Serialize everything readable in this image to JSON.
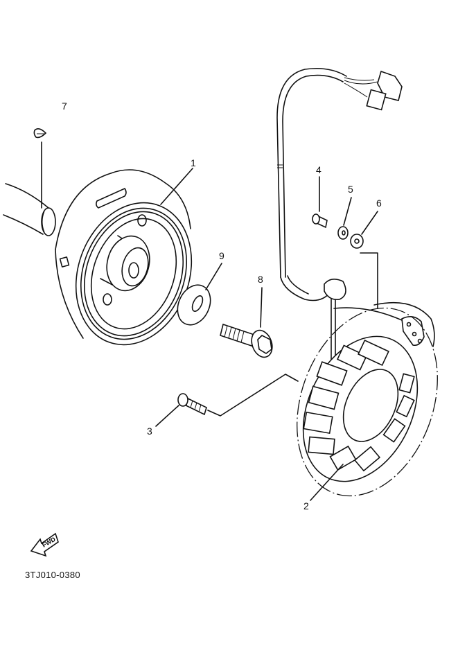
{
  "diagram": {
    "title": "Generator (exploded parts diagram)",
    "drawing_code": "3TJ010-0380",
    "fwd_badge": "FWD",
    "callouts": [
      {
        "num": "1",
        "part": "rotor-flywheel"
      },
      {
        "num": "2",
        "part": "stator-assembly"
      },
      {
        "num": "3",
        "part": "stator-screw"
      },
      {
        "num": "4",
        "part": "pickup-screw"
      },
      {
        "num": "5",
        "part": "lock-washer"
      },
      {
        "num": "6",
        "part": "plain-washer"
      },
      {
        "num": "7",
        "part": "woodruff-key"
      },
      {
        "num": "8",
        "part": "flange-bolt"
      },
      {
        "num": "9",
        "part": "washer"
      }
    ]
  }
}
